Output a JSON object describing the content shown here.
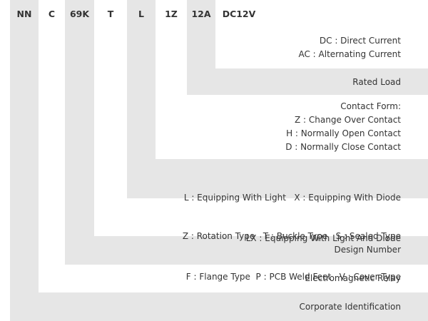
{
  "part_number": {
    "segments": [
      "NN",
      "C",
      "69K",
      "T",
      "L",
      "1Z",
      "12A",
      "DC12V"
    ]
  },
  "levels": {
    "corporate": {
      "lines": [
        "Corporate Identification"
      ]
    },
    "relay": {
      "lines": [
        "Electromagnetic Relay"
      ]
    },
    "design": {
      "lines": [
        "Design Number"
      ]
    },
    "mounting": {
      "lines": [
        "Z : Rotation Type   T : Buckle Type   S : Sealed Type",
        "F : Flange Type  P : PCB Weld Feet   V : Cover Type"
      ]
    },
    "indicator": {
      "lines": [
        "L : Equipping With Light   X : Equipping With Diode",
        "LX : Equipping With Light And Diode"
      ]
    },
    "contact": {
      "lines": [
        "Contact Form:",
        "Z : Change Over Contact",
        "H : Normally Open  Contact",
        "D : Normally Close  Contact"
      ]
    },
    "load": {
      "lines": [
        "Rated Load"
      ]
    },
    "coil": {
      "lines": [
        "DC : Direct Current",
        "AC : Alternating Current"
      ]
    }
  },
  "colors": {
    "band": "#e6e6e6",
    "background": "#ffffff",
    "text": "#333333"
  }
}
